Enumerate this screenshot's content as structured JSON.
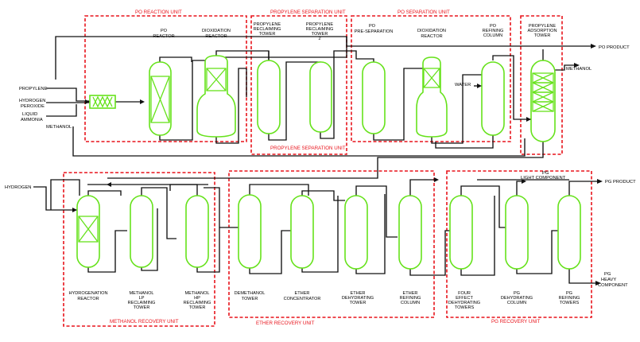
{
  "units": {
    "po_reaction": "PO REACTION UNIT",
    "propylene_separation": "PROPYLENE SEPARATION UNIT",
    "po_separation": "PO SEPARATION UNIT",
    "methanol_recovery": "METHANOL RECOVERY UNIT",
    "ether_recovery": "ETHER RECOVERY UNIT",
    "pg_recovery": "PG RECOVERY UNIT"
  },
  "equipment": {
    "po_reactor": [
      "PO",
      "REACTOR"
    ],
    "dioxidation_reactor_1": [
      "DIOXIDATION",
      "REACTOR"
    ],
    "propylene_reclaiming_tower": [
      "PROPYLENE",
      "RECLAIMING",
      "TOWER"
    ],
    "propylene_reclaiming_tower_2": [
      "PROPYLENE",
      "RECLAIMING",
      "TOWER",
      "2"
    ],
    "po_pre_separation": [
      "PO",
      "PRE-SEPARATION"
    ],
    "dioxidation_reactor_2": [
      "DIOXIDATION",
      "REACTOR"
    ],
    "po_refining_column": [
      "PO",
      "REFINING",
      "COLUMN"
    ],
    "propylene_adsorption_tower": [
      "PROPYLENE",
      "ADSORPTION",
      "TOWER"
    ],
    "hydrogenation_reactor": [
      "HYDROGENATION",
      "REACTOR"
    ],
    "methanol_lp_tower": [
      "METHANOL",
      "LP",
      "RECLAIMING",
      "TOWER"
    ],
    "methanol_hp_tower": [
      "METHANOL",
      "HP",
      "RECLAIMING",
      "TOWER"
    ],
    "demethanol_tower": [
      "DEMETHANOL",
      "TOWER"
    ],
    "ether_concentrator": [
      "ETHER",
      "CONCENTRATOR"
    ],
    "ether_dehydrating_tower": [
      "ETHER",
      "DEHYDRATING",
      "TOWER"
    ],
    "ether_refining_column": [
      "ETHER",
      "REFINING",
      "COLUMN"
    ],
    "four_effect_towers": [
      "FOUR",
      "EFFECT",
      "DEHYDRATING",
      "TOWERS"
    ],
    "pg_dehydrating_column": [
      "PG",
      "DEHYDRATING",
      "COLUMN"
    ],
    "pg_refining_towers": [
      "PG",
      "REFINING",
      "TOWERS"
    ]
  },
  "streams": {
    "propylene": "PROPYLENE",
    "hydrogen_peroxide": [
      "HYDROGEN",
      "PEROXIDE"
    ],
    "liquid_ammonia": [
      "LIQUID",
      "AMMONIA"
    ],
    "methanol_in": "METHANOL",
    "water": "WATER",
    "po_product": "PO  PRODUCT",
    "methanol_out": "METHANOL",
    "hydrogen": "HYDROGEN",
    "pg_light_component": [
      "PG",
      "LIGHT COMPONENT"
    ],
    "pg_product": "PG  PRODUCT",
    "pg_heavy_component": [
      "PG",
      "HEAVY",
      "COMPONENT"
    ]
  },
  "colors": {
    "vessel_outline": "#66e21b",
    "unit_boundary": "#e8141c",
    "pipe": "#111111"
  }
}
